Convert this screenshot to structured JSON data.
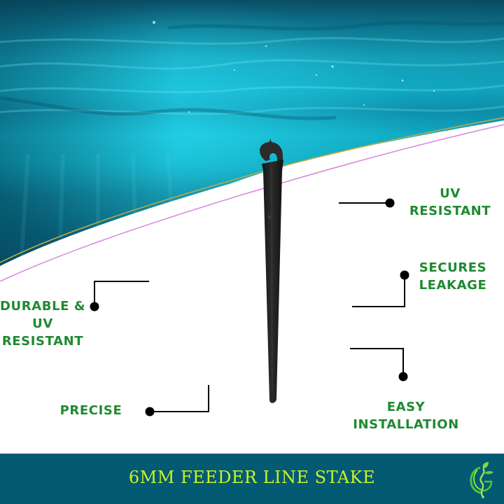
{
  "product": {
    "title": "6MM FEEDER LINE STAKE"
  },
  "features": [
    {
      "id": "uv-resistant",
      "lines": [
        "UV",
        "RESISTANT"
      ]
    },
    {
      "id": "secures-leakage",
      "lines": [
        "SECURES",
        "LEAKAGE"
      ]
    },
    {
      "id": "easy-installation",
      "lines": [
        "EASY",
        "INSTALLATION"
      ]
    },
    {
      "id": "durable-uv-resistant",
      "lines": [
        "DURABLE &",
        "UV",
        "RESISTANT"
      ]
    },
    {
      "id": "precise",
      "lines": [
        "PRECISE"
      ]
    }
  ],
  "icons": {
    "logo": "leaf-g-logo-icon",
    "stake": "feeder-line-stake-icon"
  },
  "colors": {
    "feature_text": "#1f8a30",
    "footer_bg": "#035a72",
    "title_text": "#c9f22b",
    "water_dark": "#0a5f78",
    "water_light": "#14c6dc",
    "curve_gold": "#b9aa4a",
    "curve_pink": "#d98be0",
    "connector": "#000000"
  }
}
